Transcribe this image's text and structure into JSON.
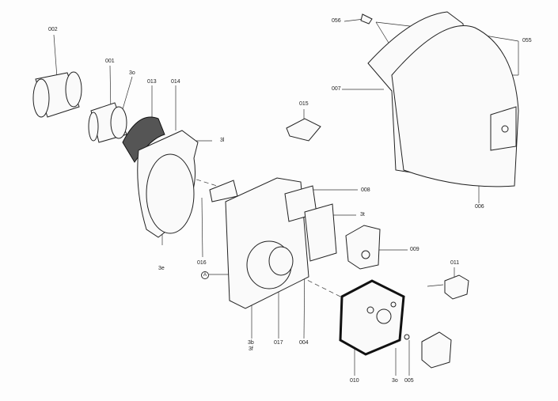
{
  "diagram": {
    "labels": {
      "p002": "002",
      "p001": "001",
      "p3o_top": "3o",
      "p013": "013",
      "p014": "014",
      "p3l": "3l",
      "p015": "015",
      "p056": "056",
      "p055": "055",
      "p007": "007",
      "p006": "006",
      "p008": "008",
      "p3t": "3t",
      "p009": "009",
      "p011": "011",
      "p016": "016",
      "p3e": "3e",
      "pA": "A",
      "p3b": "3b",
      "p3f": "3f",
      "p017": "017",
      "p004": "004",
      "p010": "010",
      "p3o_bottom": "3o",
      "p005": "005"
    }
  }
}
